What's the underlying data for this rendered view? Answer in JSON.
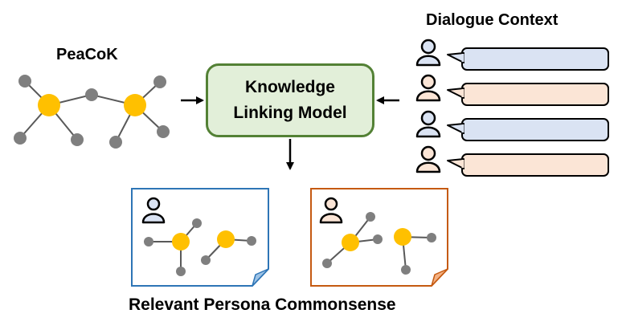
{
  "peacok": {
    "title": "PeaCoK"
  },
  "model": {
    "line1": "Knowledge",
    "line2": "Linking Model"
  },
  "dialogue": {
    "title": "Dialogue Context"
  },
  "output": {
    "title": "Relevant Persona Commonsense"
  },
  "colors": {
    "node_hub": "#ffc000",
    "node_leaf": "#7f7f7f",
    "edge": "#595959",
    "model_border": "#538135",
    "model_fill": "#e2efd9",
    "speaker_a_fill": "#dae3f3",
    "speaker_b_fill": "#fbe5d6",
    "card_a_border": "#2e75b6",
    "card_b_border": "#c55a11"
  },
  "icons": [
    "person-icon",
    "speech-bubble",
    "knowledge-graph",
    "arrow"
  ]
}
